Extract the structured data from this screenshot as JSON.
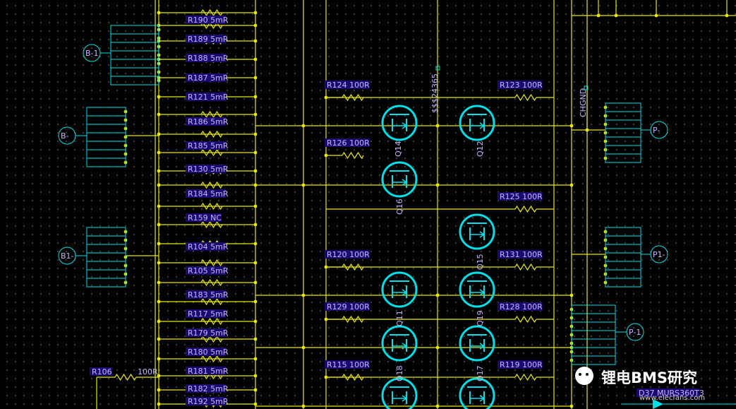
{
  "left_resistors": [
    "R190 5mR",
    "R189 5mR",
    "R188 5mR",
    "R187 5mR",
    "R121 5mR",
    "R186 5mR",
    "R185 5mR",
    "R130 5mR",
    "R184 5mR",
    "R159 NC",
    "R104 5mR",
    "R105 5mR",
    "R183 5mR",
    "R117 5mR",
    "R179 5mR",
    "R180 5mR",
    "R181 5mR",
    "R182 5mR",
    "R192 5mR"
  ],
  "gate_resistors": [
    "R124 100R",
    "R126 100R",
    "R123 100R",
    "R125 100R",
    "R120 100R",
    "R131 100R",
    "R129 100R",
    "R128 100R",
    "R115 100R",
    "R119 100R",
    "R106"
  ],
  "r106_value": "100R",
  "mosfets": [
    "Q14",
    "Q12",
    "Q16",
    "Q15",
    "Q11",
    "Q19",
    "Q18",
    "Q17"
  ],
  "connectors": [
    "B-1",
    "B-",
    "B1-",
    "P-",
    "P1-",
    "P-1"
  ],
  "net_labels": [
    "$$$24365",
    "CHGND"
  ],
  "diode_label": "D37 MURS360T3",
  "watermark": {
    "title": "锂电BMS研究",
    "subtitle": "www.elecfans.com"
  },
  "colors": {
    "wire": "#e8e800",
    "component": "#00e0e8",
    "label_bg": "#1a0a70",
    "label_text": "#c8b4ff"
  }
}
